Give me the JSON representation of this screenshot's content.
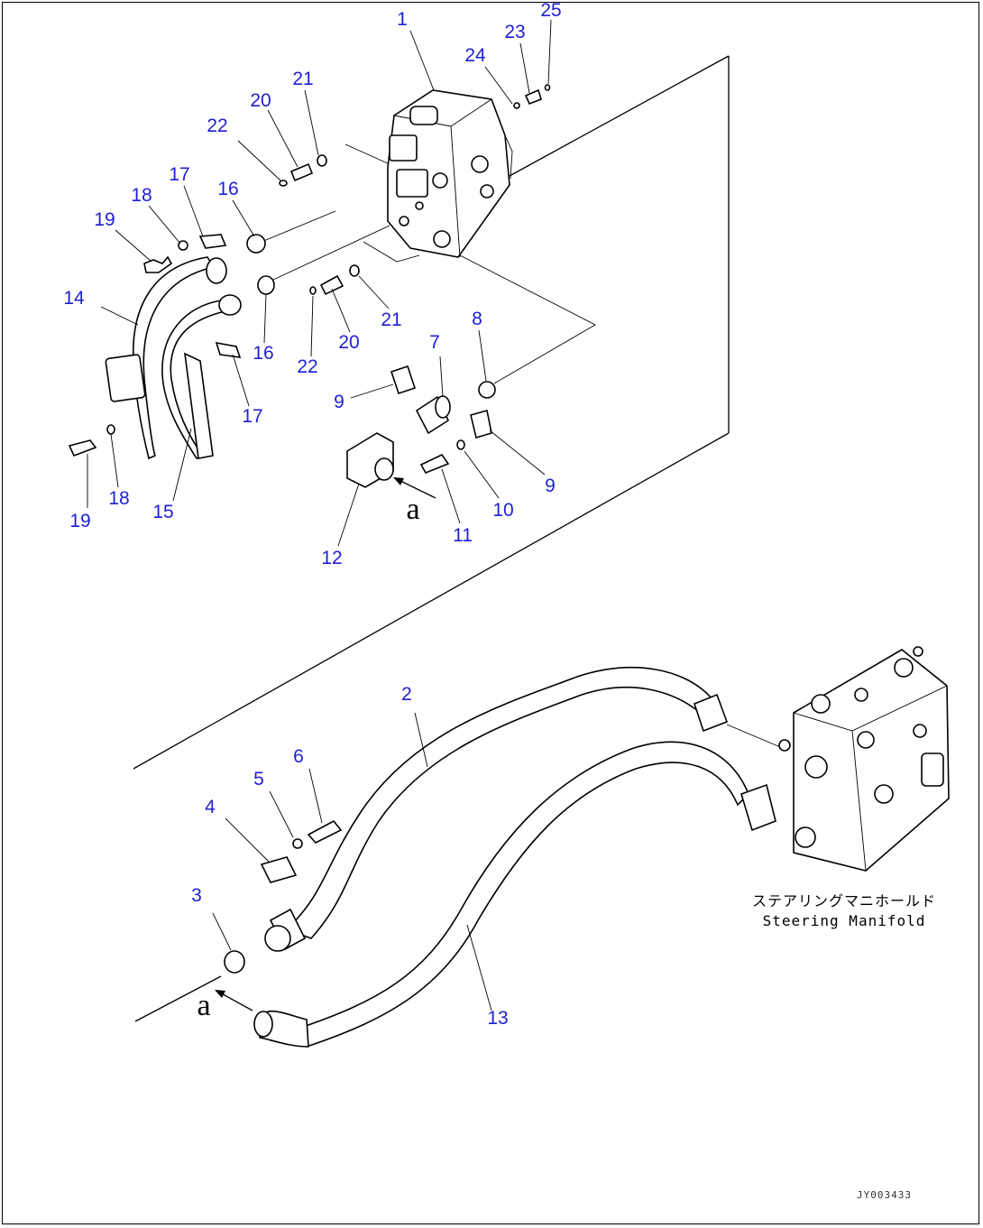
{
  "callouts": {
    "c1": "1",
    "c2": "2",
    "c3": "3",
    "c4": "4",
    "c5": "5",
    "c6": "6",
    "c7": "7",
    "c8": "8",
    "c9a": "9",
    "c9b": "9",
    "c10": "10",
    "c11": "11",
    "c12": "12",
    "c13": "13",
    "c14": "14",
    "c15": "15",
    "c16a": "16",
    "c16b": "16",
    "c17a": "17",
    "c17b": "17",
    "c18a": "18",
    "c18b": "18",
    "c19a": "19",
    "c19b": "19",
    "c20a": "20",
    "c20b": "20",
    "c21a": "21",
    "c21b": "21",
    "c22a": "22",
    "c22b": "22",
    "c23": "23",
    "c24": "24",
    "c25": "25"
  },
  "marks": {
    "a_upper": "a",
    "a_lower": "a"
  },
  "caption": {
    "jp": "ステアリングマニホールド",
    "en": "Steering Manifold"
  },
  "drawing_code": "JY003433",
  "colors": {
    "callout": "#1f1fd6",
    "line": "#000000",
    "background": "#ffffff"
  }
}
